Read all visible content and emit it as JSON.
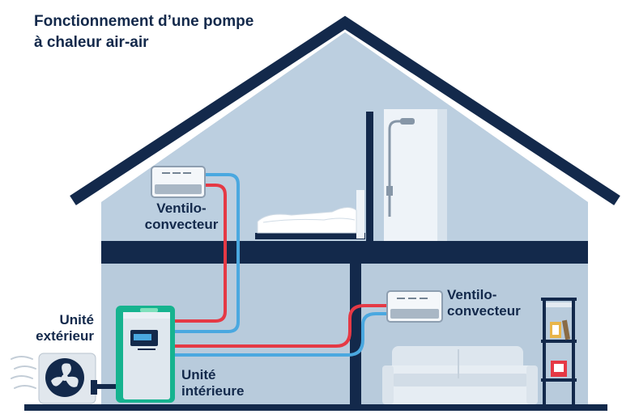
{
  "title": {
    "line1": "Fonctionnement d’une pompe",
    "line2": "à chaleur air-air"
  },
  "labels": {
    "outdoor_unit": {
      "line1": "Unité",
      "line2": "extérieur"
    },
    "indoor_unit": {
      "line1": "Unité",
      "line2": "intérieure"
    },
    "fan_coil_upper": {
      "line1": "Ventilo-",
      "line2": "convecteur"
    },
    "fan_coil_lower": {
      "line1": "Ventilo-",
      "line2": "convecteur"
    }
  },
  "colors": {
    "house_wall": "#b8cbdc",
    "roof_outline": "#13294b",
    "floor": "#13294b",
    "pipe_hot": "#e53945",
    "pipe_cold": "#4aa8e0",
    "indoor_unit_body": "#16b38f",
    "text": "#13294b"
  },
  "icons": [
    "fan-icon",
    "shower-icon",
    "bed-icon",
    "sofa-icon",
    "shelf-icon",
    "air-flow-icon"
  ]
}
